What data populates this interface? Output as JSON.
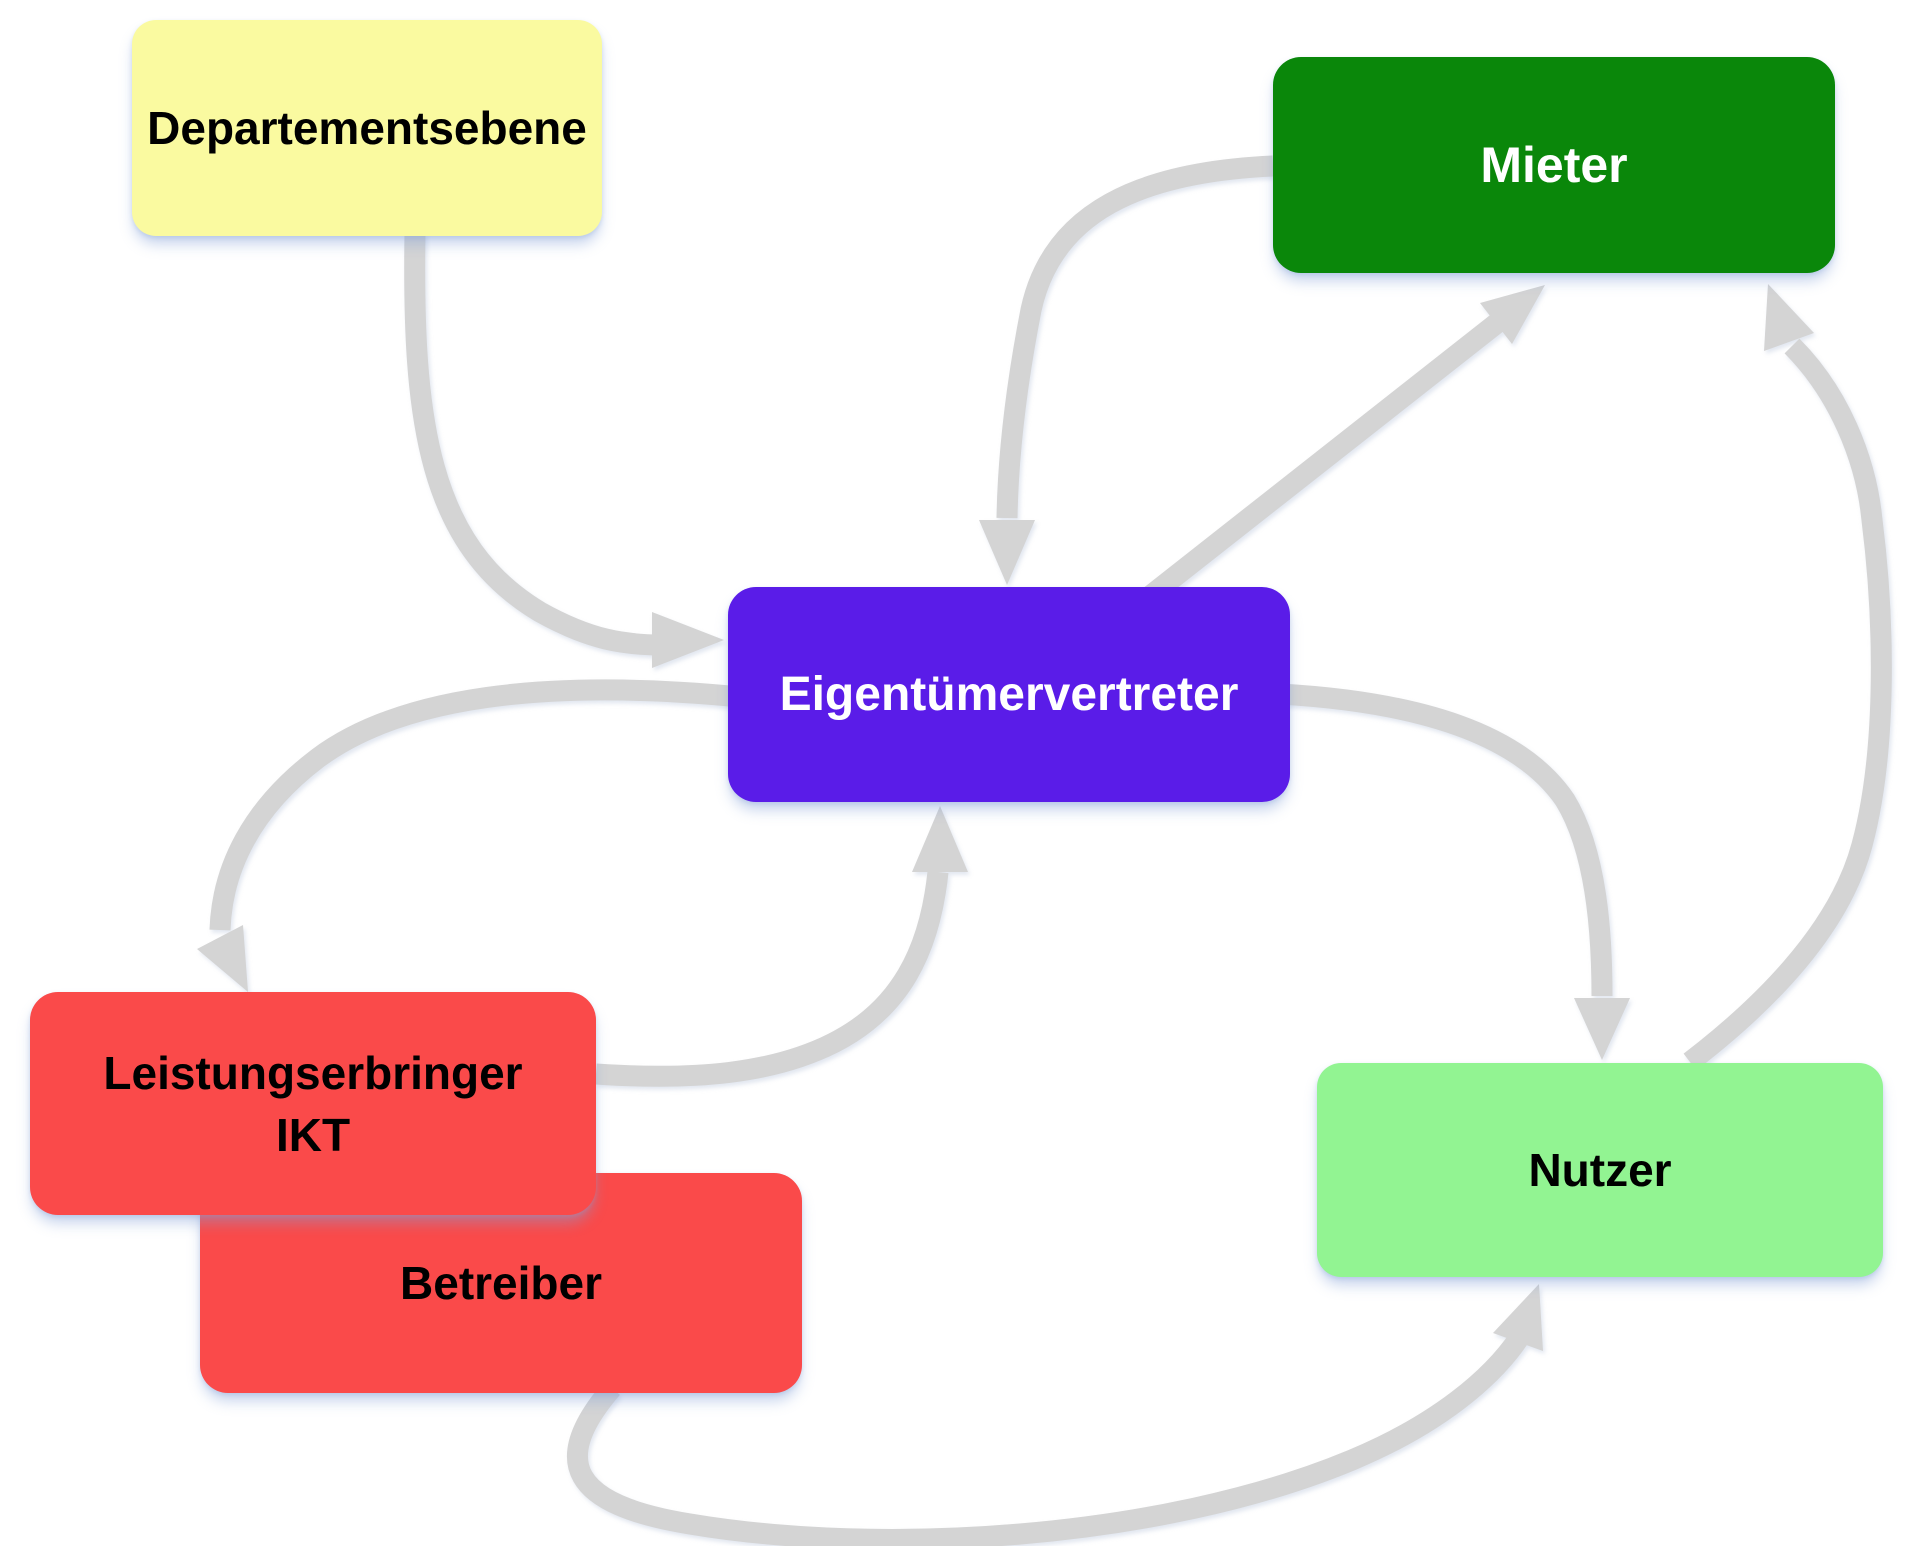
{
  "diagram": {
    "title": "",
    "arrow_color": "#D4D4D4",
    "nodes": {
      "departementsebene": {
        "label": "Departementsebene",
        "fill": "#FAFAA0",
        "text_color": "#000000"
      },
      "mieter": {
        "label": "Mieter",
        "fill": "#0A870A",
        "text_color": "#FFFFFF"
      },
      "eigentuemervertreter": {
        "label": "Eigentümervertreter",
        "fill": "#5A1CE8",
        "text_color": "#FFFFFF"
      },
      "leistungserbringer_ikt": {
        "label_line1": "Leistungserbringer",
        "label_line2": "IKT",
        "fill": "#FA4A4A",
        "text_color": "#000000"
      },
      "betreiber": {
        "label": "Betreiber",
        "fill": "#FA4A4A",
        "text_color": "#000000"
      },
      "nutzer": {
        "label": "Nutzer",
        "fill": "#92F492",
        "text_color": "#000000"
      }
    },
    "edges": [
      {
        "from": "departementsebene",
        "to": "eigentuemervertreter"
      },
      {
        "from": "mieter",
        "to": "eigentuemervertreter"
      },
      {
        "from": "eigentuemervertreter",
        "to": "mieter"
      },
      {
        "from": "eigentuemervertreter",
        "to": "leistungserbringer_ikt"
      },
      {
        "from": "leistungserbringer_ikt",
        "to": "eigentuemervertreter"
      },
      {
        "from": "eigentuemervertreter",
        "to": "nutzer"
      },
      {
        "from": "nutzer",
        "to": "mieter"
      },
      {
        "from": "betreiber",
        "to": "nutzer"
      }
    ]
  }
}
